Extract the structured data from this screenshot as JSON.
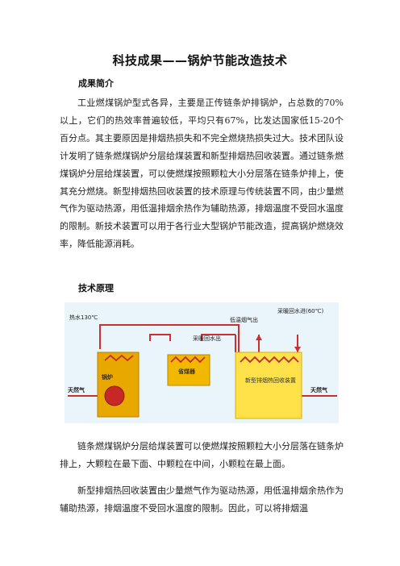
{
  "doc": {
    "title": "科技成果——锅炉节能改造技术",
    "section1_heading": "成果简介",
    "intro": "工业燃煤锅炉型式各异，主要是正传链条炉排锅炉，占总数的70%以上，它们的热效率普遍较低，平均只有67%，比发达国家低15-20个百分点。其主要原因是排烟热损失和不完全燃烧热损失过大。技术团队设计发明了链条燃煤锅炉分层给煤装置和新型排烟热回收装置。通过链条燃煤锅炉分层给煤装置，可以使燃煤按照颗粒大小分层落在链条炉排上，使其充分燃烧。新型排烟热回收装置的技术原理与传统装置不同，由少量燃气作为驱动热源，用低温排烟余热作为辅助热源，排烟温度不受回水温度的限制。新技术装置可以用于各行业大型锅炉节能改造，提高锅炉燃烧效率，降低能源消耗。",
    "section2_heading": "技术原理",
    "para2": "链条燃煤锅炉分层给煤装置可以使燃煤按照颗粒大小分层落在链条炉排上，大颗粒在最下面、中颗粒在中间，小颗粒在最上面。",
    "para3": "新型排烟热回收装置由少量燃气作为驱动热源，用低温排烟余热作为辅助热源，排烟温度不受回水温度的限制。因此，可以将排烟温"
  },
  "diagram": {
    "hot_water": "热水130℃",
    "return_water": "采暖回水出",
    "low_temp_flue": "低温烟气出",
    "heating_return_in": "采暖回水进(60℃)",
    "boiler": "锅炉",
    "economizer": "省煤器",
    "recovery_device": "新型排烟热回收装置",
    "natural_gas_left": "天然气",
    "natural_gas_right": "天然气"
  }
}
